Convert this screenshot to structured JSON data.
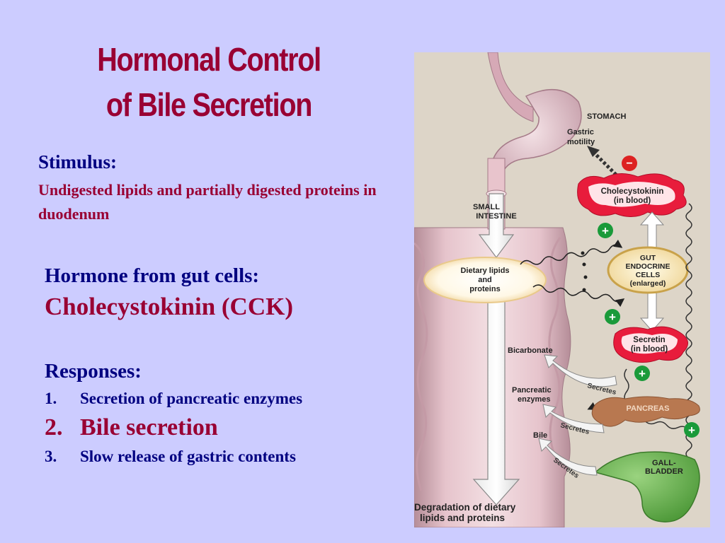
{
  "title": {
    "line1": "Hormonal Control",
    "line2": "of Bile Secretion"
  },
  "stimulus": {
    "heading": "Stimulus:",
    "text": "Undigested lipids and partially digested proteins in duodenum"
  },
  "hormone": {
    "heading": "Hormone from gut cells:",
    "value": "Cholecystokinin (CCK)"
  },
  "responses": {
    "heading": "Responses:",
    "items": [
      {
        "num": "1.",
        "text": "Secretion of pancreatic enzymes"
      },
      {
        "num": "2.",
        "text": "Bile secretion"
      },
      {
        "num": "3.",
        "text": "Slow release of gastric contents"
      }
    ]
  },
  "diagram": {
    "stomach": "STOMACH",
    "gastric_motility": [
      "Gastric",
      "motility"
    ],
    "small_intestine": [
      "SMALL",
      "INTESTINE"
    ],
    "cck_blood": [
      "Cholecystokinin",
      "(in blood)"
    ],
    "gut_cells": [
      "GUT",
      "ENDOCRINE",
      "CELLS",
      "(enlarged)"
    ],
    "dietary": [
      "Dietary lipids",
      "and",
      "proteins"
    ],
    "secretin_blood": [
      "Secretin",
      "(in blood)"
    ],
    "bicarbonate": "Bicarbonate",
    "pancreatic_enzymes": [
      "Pancreatic",
      "enzymes"
    ],
    "pancreas": "PANCREAS",
    "bile": "Bile",
    "gallbladder": [
      "GALL-",
      "BLADDER"
    ],
    "secretes": "Secretes",
    "degradation": [
      "Degradation of dietary",
      "lipids and proteins"
    ],
    "plus": "+",
    "minus": "−"
  },
  "colors": {
    "background": "#ccccff",
    "title": "#990033",
    "navy": "#000080",
    "plus": "#1a9a3a",
    "minus": "#dd2222",
    "hormone": "#e81c3c"
  }
}
